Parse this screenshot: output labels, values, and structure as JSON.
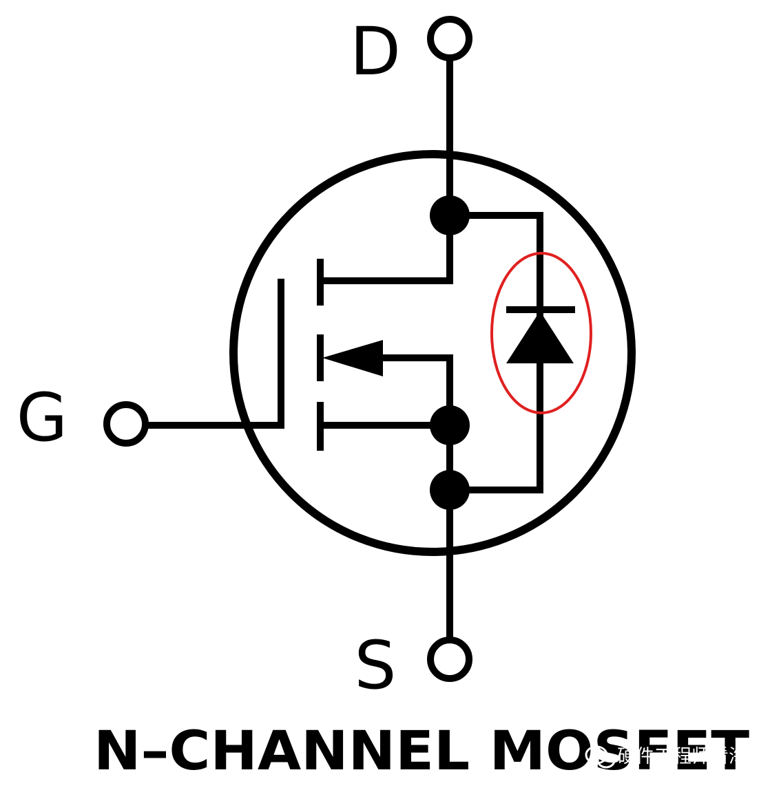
{
  "terminals": {
    "drain": "D",
    "gate": "G",
    "source": "S"
  },
  "title": "N–CHANNEL MOSFET",
  "watermark": {
    "icon": "wechat-icon",
    "text": "硬件工程师看海"
  },
  "colors": {
    "stroke": "#000000",
    "highlight": "#e02020",
    "background": "#ffffff"
  }
}
